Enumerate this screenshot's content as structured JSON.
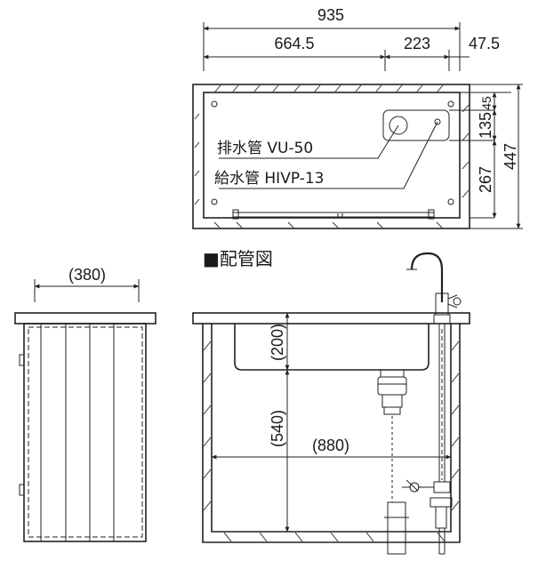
{
  "top_view": {
    "overall_width": "935",
    "segment_a": "664.5",
    "segment_b": "223",
    "segment_c": "47.5",
    "depth_small": "45",
    "depth_mid": "135",
    "depth_lower": "267",
    "depth_total": "447",
    "drain_pipe_label": "排水管 VU-50",
    "supply_pipe_label": "給水管 HIVP-13"
  },
  "title": "■配管図",
  "side_view": {
    "depth_dim": "(380)"
  },
  "front_view": {
    "basin_depth": "(200)",
    "floor_to_basin": "(540)",
    "inner_width": "(880)"
  }
}
